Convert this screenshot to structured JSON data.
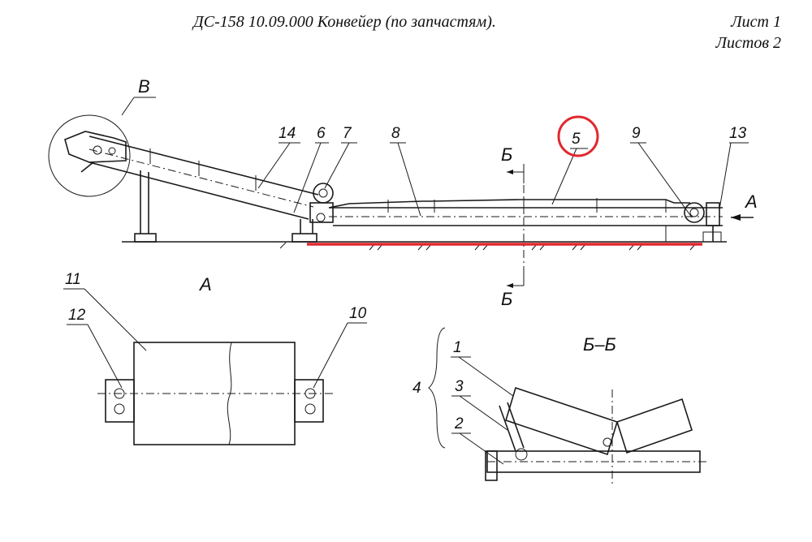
{
  "header": {
    "title": "ДС-158 10.09.000 Конвейер (по запчастям).",
    "sheet": "Лист 1",
    "sheets": "Листов 2"
  },
  "labels": {
    "detail_b": "В",
    "p14": "14",
    "p6": "6",
    "p7": "7",
    "p8": "8",
    "p5": "5",
    "p9": "9",
    "p13": "13",
    "view_a_arrow": "А",
    "section_b_top": "Б",
    "section_b_bottom": "Б",
    "view_a": "А",
    "p11": "11",
    "p12": "12",
    "p10": "10",
    "section_bb": "Б–Б",
    "p1": "1",
    "p3": "3",
    "p4": "4",
    "p2": "2"
  },
  "highlights": {
    "circle_color": "#e0282e",
    "underline_color": "#e0282e"
  }
}
